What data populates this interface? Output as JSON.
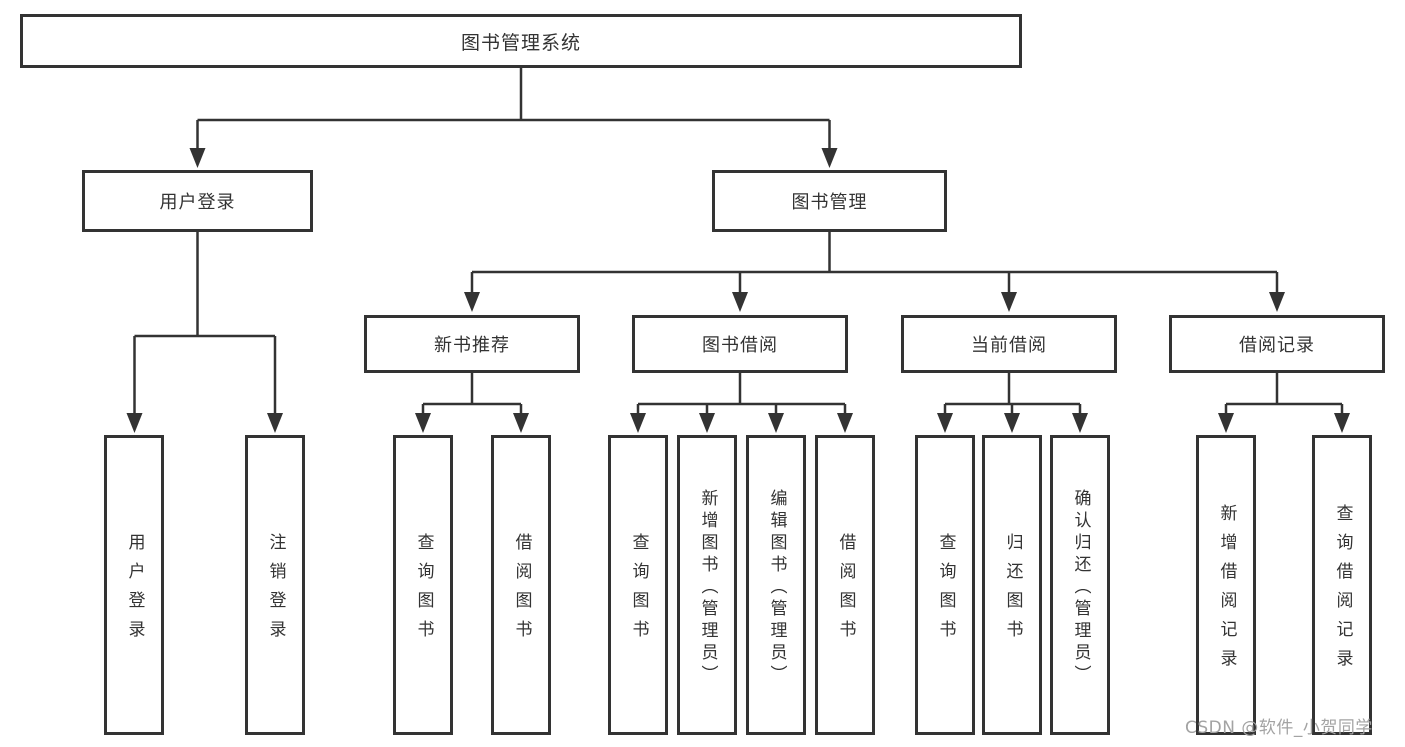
{
  "diagram": {
    "root": {
      "label": "图书管理系统"
    },
    "branches": [
      {
        "label": "用户登录",
        "children": [
          {
            "label": "用户登录"
          },
          {
            "label": "注销登录"
          }
        ]
      },
      {
        "label": "图书管理",
        "children": [
          {
            "label": "新书推荐",
            "children": [
              {
                "label": "查询图书"
              },
              {
                "label": "借阅图书"
              }
            ]
          },
          {
            "label": "图书借阅",
            "children": [
              {
                "label": "查询图书"
              },
              {
                "label": "新增图书（管理员）"
              },
              {
                "label": "编辑图书（管理员）"
              },
              {
                "label": "借阅图书"
              }
            ]
          },
          {
            "label": "当前借阅",
            "children": [
              {
                "label": "查询图书"
              },
              {
                "label": "归还图书"
              },
              {
                "label": "确认归还（管理员）"
              }
            ]
          },
          {
            "label": "借阅记录",
            "children": [
              {
                "label": "新增借阅记录"
              },
              {
                "label": "查询借阅记录"
              }
            ]
          }
        ]
      }
    ]
  },
  "watermark": {
    "text": "CSDN @软件_小贺同学",
    "color": "#a3a3a3"
  },
  "colors": {
    "line": "#333333",
    "box_border": "#333333",
    "text": "#333333",
    "background": "#ffffff"
  }
}
